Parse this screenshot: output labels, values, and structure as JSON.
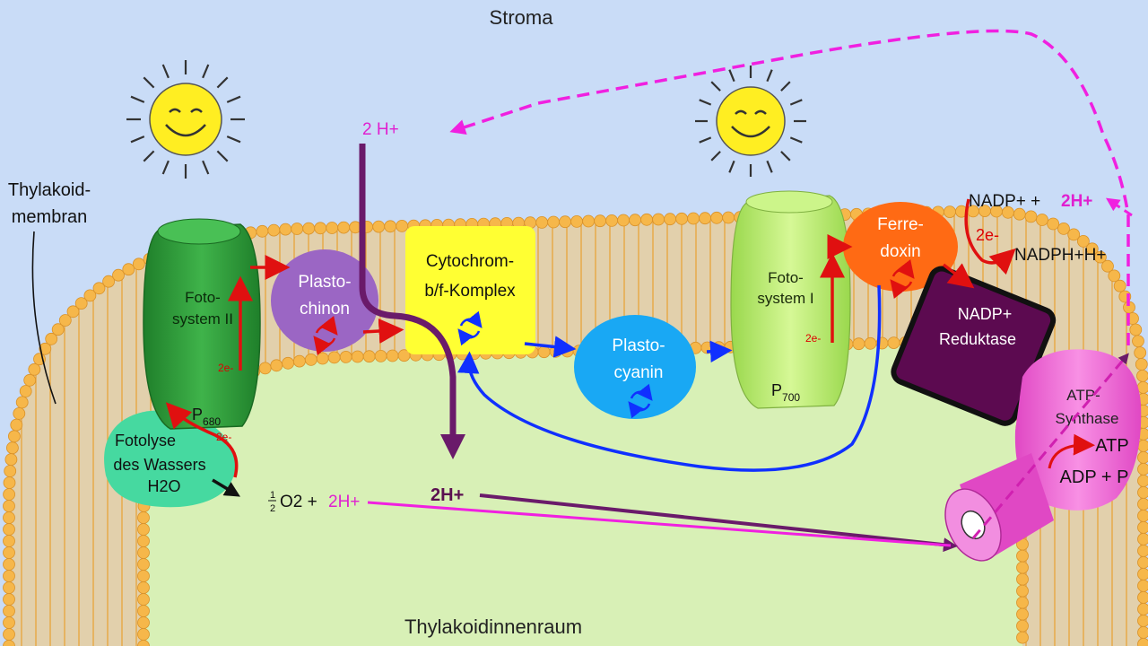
{
  "labels": {
    "stroma": "Stroma",
    "lumen": "Thylakoidinnenraum",
    "membrane_line1": "Thylakoid-",
    "membrane_line2": "membran",
    "ps2_line1": "Foto-",
    "ps2_line2": "system II",
    "ps2_pigment": "P",
    "ps2_pigment_sub": "680",
    "ps1_line1": "Foto-",
    "ps1_line2": "system I",
    "ps1_pigment": "P",
    "ps1_pigment_sub": "700",
    "plastochinon_line1": "Plasto-",
    "plastochinon_line2": "chinon",
    "cytochrom_line1": "Cytochrom-",
    "cytochrom_line2": "b/f-Komplex",
    "plastocyanin_line1": "Plasto-",
    "plastocyanin_line2": "cyanin",
    "ferredoxin_line1": "Ferre-",
    "ferredoxin_line2": "doxin",
    "reduktase_line1": "NADP+",
    "reduktase_line2": "Reduktase",
    "atp_synthase_line1": "ATP-",
    "atp_synthase_line2": "Synthase",
    "fotolyse_line1": "Fotolyse",
    "fotolyse_line2": "des Wassers",
    "h2o": "H2O",
    "electrons_2e": "2e-",
    "h_top": "2 H+",
    "half_num": "1",
    "half_den": "2",
    "o2_text": "O2 +",
    "h_from_water": "2H+",
    "h_lumen": "2H+",
    "nadp_text": "NADP+ +",
    "nadp_h": "2H+",
    "nadph": "NADPH+H+",
    "atp": "ATP",
    "adp": "ADP + P"
  },
  "colors": {
    "stroma_bg": "#c9dcf7",
    "lumen_fill": "#d8f0b6",
    "lipid_head": "#f6b74a",
    "ps2_green": "#2e9d3a",
    "ps1_green": "#b8ec6c",
    "plastochinon": "#9b66c4",
    "cytochrom": "#ffff33",
    "plastocyanin": "#19a8f4",
    "ferredoxin": "#ff6a14",
    "reduktase": "#5c0a50",
    "atp_synthase": "#f06ad6",
    "fotolyse": "#46d9a0",
    "electron_arrow": "#e01010",
    "proton_arrow": "#6a1a6a",
    "magenta": "#f020e0",
    "blue_arrow": "#1030ff"
  },
  "icons": [
    "sun-icon",
    "cycle-icon"
  ]
}
